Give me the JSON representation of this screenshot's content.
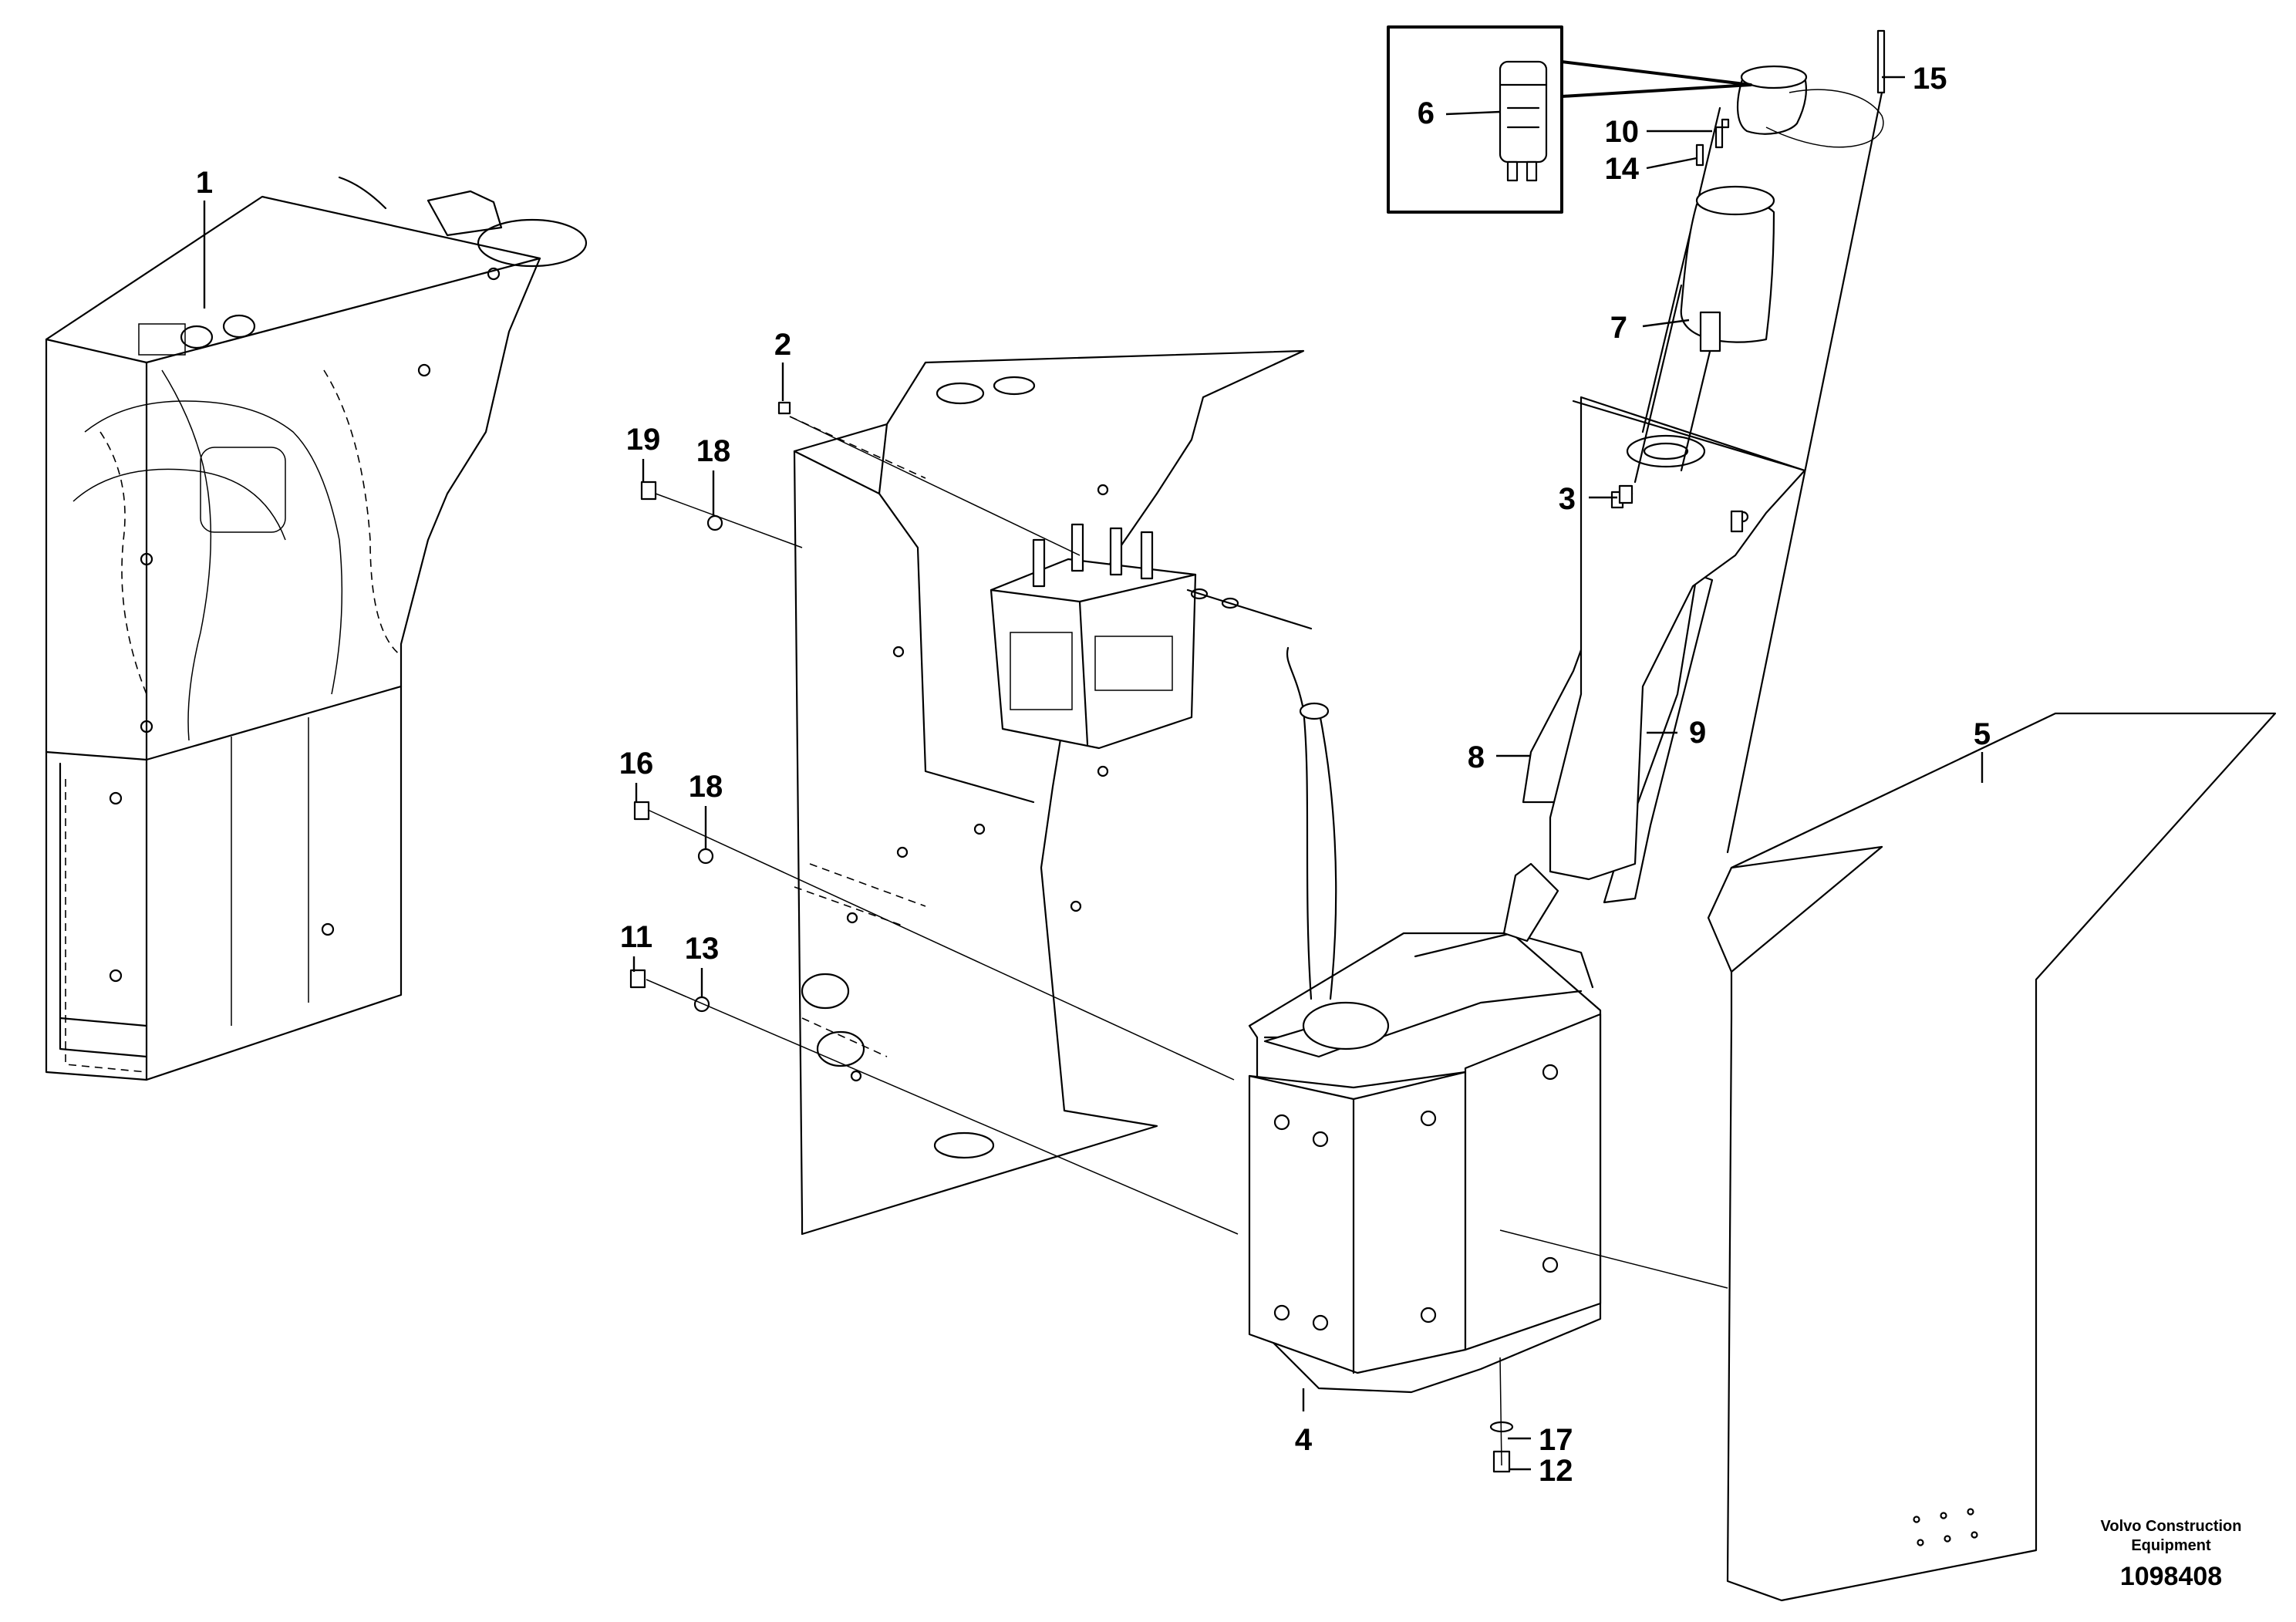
{
  "callouts": [
    {
      "id": "1",
      "label": "1"
    },
    {
      "id": "2",
      "label": "2"
    },
    {
      "id": "3",
      "label": "3"
    },
    {
      "id": "4",
      "label": "4"
    },
    {
      "id": "5",
      "label": "5"
    },
    {
      "id": "6",
      "label": "6"
    },
    {
      "id": "7",
      "label": "7"
    },
    {
      "id": "8",
      "label": "8"
    },
    {
      "id": "9",
      "label": "9"
    },
    {
      "id": "10",
      "label": "10"
    },
    {
      "id": "11",
      "label": "11"
    },
    {
      "id": "12",
      "label": "12"
    },
    {
      "id": "13",
      "label": "13"
    },
    {
      "id": "14",
      "label": "14"
    },
    {
      "id": "15",
      "label": "15"
    },
    {
      "id": "16",
      "label": "16"
    },
    {
      "id": "17",
      "label": "17"
    },
    {
      "id": "18a",
      "label": "18"
    },
    {
      "id": "18b",
      "label": "18"
    },
    {
      "id": "19",
      "label": "19"
    }
  ],
  "footer": {
    "brand_line1": "Volvo Construction",
    "brand_line2": "Equipment",
    "document_number": "1098408"
  }
}
